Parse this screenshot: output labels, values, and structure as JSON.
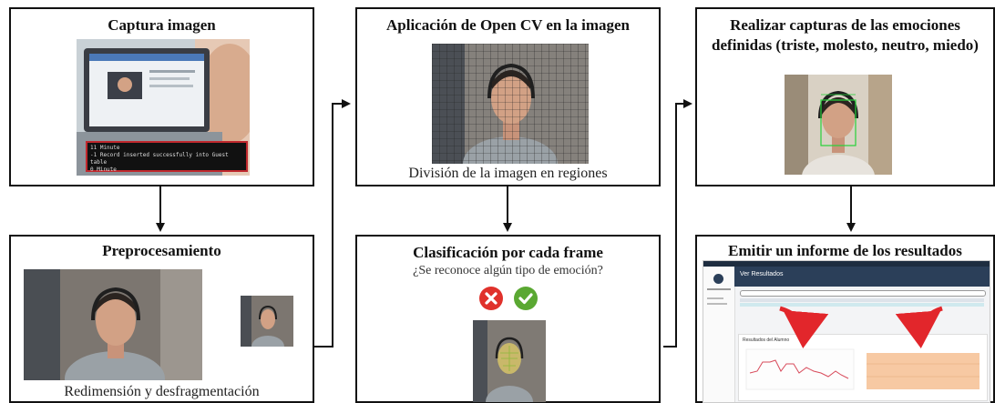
{
  "boxes": {
    "captura": {
      "title": "Captura imagen"
    },
    "preprocesamiento": {
      "title": "Preprocesamiento",
      "caption": "Redimensión y desfragmentación"
    },
    "opencv": {
      "title": "Aplicación de Open CV en la imagen",
      "caption": "División de la imagen en regiones"
    },
    "clasificacion": {
      "title": "Clasificación por cada frame",
      "question": "¿Se reconoce algún tipo de emoción?"
    },
    "capturas_emociones": {
      "title_line1": "Realizar capturas de las emociones",
      "title_line2": "definidas (triste, molesto, neutro, miedo)"
    },
    "informe": {
      "title": "Emitir un informe de los resultados"
    }
  },
  "terminal": {
    "lines": [
      "11 Minute",
      "-1 Record inserted successfully into Guest table",
      "0 Minute"
    ]
  },
  "report": {
    "header_title": "Ver Resultados",
    "chart_title": "Resultados del Alumno"
  },
  "colors": {
    "reject": "#e0312b",
    "accept": "#5aa832",
    "report_header": "#2b3f59",
    "report_arrow": "#e2262b",
    "face_detect": "#27d13a"
  }
}
